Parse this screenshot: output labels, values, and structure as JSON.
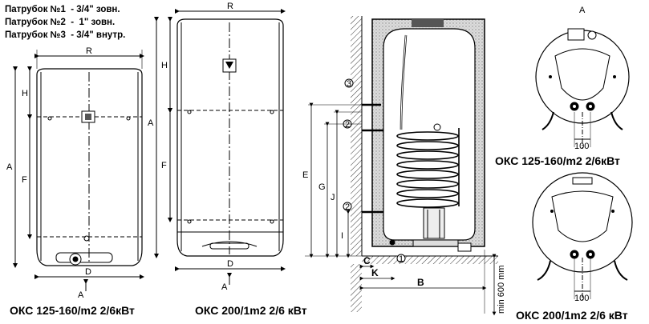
{
  "legend": [
    "Патрубок №1  - 3/4\" зовн.",
    "Патрубок №2  -  1\" зовн.",
    "Патрубок №3  - 3/4\" внутр."
  ],
  "captions": {
    "model_125_160_left": "ОКС 125-160/m2 2/6кВт",
    "model_200_left": "ОКС 200/1m2 2/6 кВт",
    "model_125_160_right": "ОКС 125-160/m2 2/6кВт",
    "model_200_right": "ОКС 200/1m2 2/6 кВт"
  },
  "dimensions": {
    "R": "R",
    "H": "H",
    "A": "A",
    "F": "F",
    "D": "D",
    "E": "E",
    "G": "G",
    "J": "J",
    "I": "I",
    "C": "C",
    "K": "K",
    "B": "B",
    "view_arrow": "A",
    "min_wall": "min 600 mm",
    "pitch_100": "100"
  },
  "ports": {
    "p1": "1",
    "p2": "2",
    "p3": "3"
  }
}
